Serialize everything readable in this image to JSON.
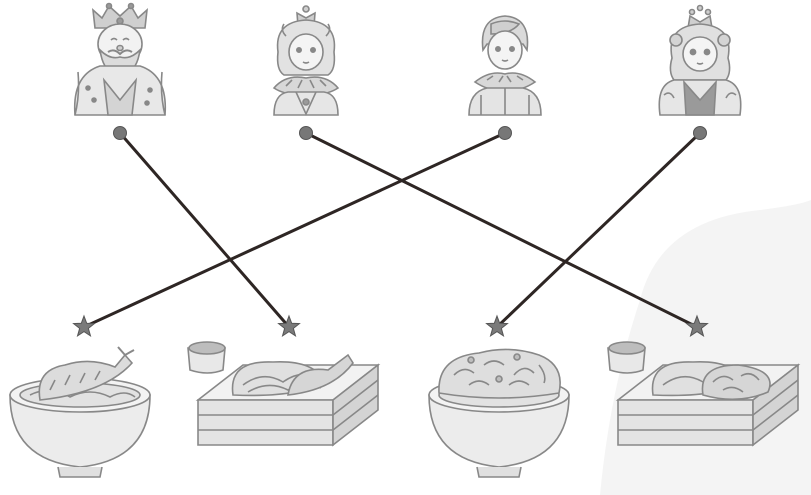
{
  "colors": {
    "line": "#2e2624",
    "dot": "#777777",
    "star": "#7a7a7a",
    "outline": "#888888",
    "fill_light": "#ededed",
    "fill_mid": "#cfcfcf",
    "fill_dark": "#9a9a9a",
    "bg_blob": "#f4f4f4"
  },
  "characters": [
    {
      "id": "king",
      "icon": "king-icon"
    },
    {
      "id": "queen",
      "icon": "queen-icon"
    },
    {
      "id": "prince",
      "icon": "prince-icon"
    },
    {
      "id": "princess",
      "icon": "princess-icon"
    }
  ],
  "dishes": [
    {
      "id": "tempura-bowl",
      "icon": "tempura-noodle-bowl-icon"
    },
    {
      "id": "tempura-zaru",
      "icon": "tempura-zaru-soba-icon"
    },
    {
      "id": "kakiage-bowl",
      "icon": "kakiage-noodle-bowl-icon"
    },
    {
      "id": "kakiage-zaru",
      "icon": "kakiage-zaru-soba-icon"
    }
  ],
  "connections": [
    {
      "from": 0,
      "to": 1
    },
    {
      "from": 1,
      "to": 3
    },
    {
      "from": 2,
      "to": 0
    },
    {
      "from": 3,
      "to": 2
    }
  ]
}
